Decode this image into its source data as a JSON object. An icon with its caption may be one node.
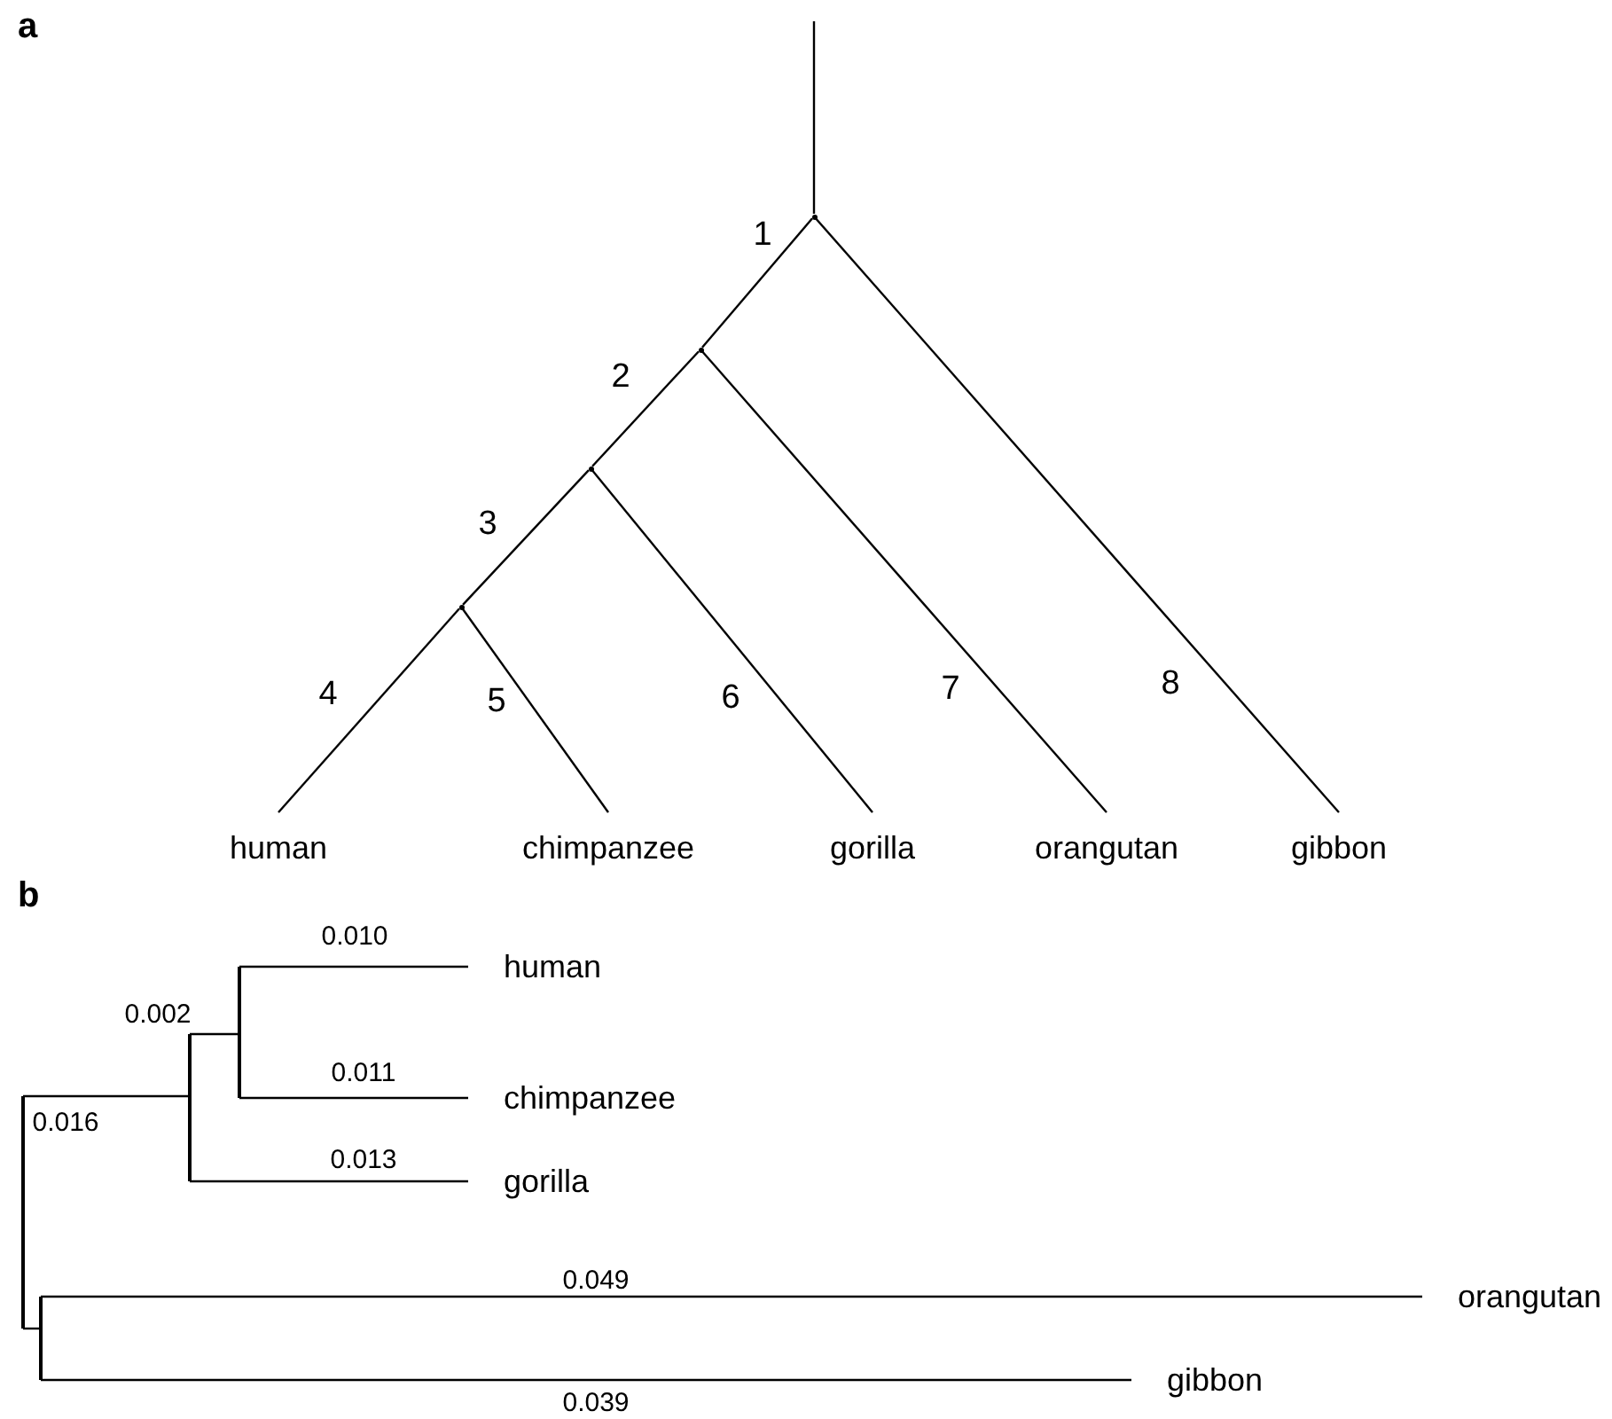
{
  "diagram": {
    "nodes": [
      {
        "text": [],
        "shape": "point"
      },
      {
        "text": [],
        "shape": "point"
      },
      {
        "text": [],
        "shape": "point"
      },
      {
        "text": [],
        "shape": "point"
      },
      {
        "text": [
          "human"
        ]
      },
      {
        "text": [
          "chimpanzee"
        ]
      },
      {
        "text": [
          "gorilla"
        ]
      },
      {
        "text": [
          "orangutan"
        ]
      },
      {
        "text": [
          "gibbon"
        ]
      },
      {
        "text": [],
        "shape": "bar"
      },
      {
        "text": [],
        "shape": "bar"
      },
      {
        "text": [],
        "shape": "bar"
      },
      {
        "text": [
          "human"
        ]
      },
      {
        "text": [
          "chimpanzee"
        ]
      },
      {
        "text": [
          "gorilla"
        ]
      },
      {
        "text": [],
        "shape": "bar"
      },
      {
        "text": [
          "orangutan"
        ]
      },
      {
        "text": [
          "gibbon"
        ]
      }
    ],
    "edges": [
      {
        "from": null,
        "to": 0,
        "arrow": "none"
      },
      {
        "from": 0,
        "to": 1,
        "arrow": "none",
        "label": "1"
      },
      {
        "from": 1,
        "to": 2,
        "arrow": "none",
        "label": "2"
      },
      {
        "from": 2,
        "to": 3,
        "arrow": "none",
        "label": "3"
      },
      {
        "from": 3,
        "to": 4,
        "arrow": "none",
        "label": "4"
      },
      {
        "from": 3,
        "to": 5,
        "arrow": "none",
        "label": "5"
      },
      {
        "from": 2,
        "to": 6,
        "arrow": "none",
        "label": "6"
      },
      {
        "from": 1,
        "to": 7,
        "arrow": "none",
        "label": "7"
      },
      {
        "from": 0,
        "to": 8,
        "arrow": "none",
        "label": "8"
      },
      {
        "from": 9,
        "to": 10,
        "arrow": "none",
        "label": "0.016"
      },
      {
        "from": 10,
        "to": 11,
        "arrow": "none",
        "label": "0.002"
      },
      {
        "from": 11,
        "to": 12,
        "arrow": "none",
        "label": "0.010"
      },
      {
        "from": 11,
        "to": 13,
        "arrow": "none",
        "label": "0.011"
      },
      {
        "from": 10,
        "to": 14,
        "arrow": "none",
        "label": "0.013"
      },
      {
        "from": 9,
        "to": 15,
        "arrow": "none"
      },
      {
        "from": 15,
        "to": 16,
        "arrow": "none",
        "label": "0.049"
      },
      {
        "from": 15,
        "to": 17,
        "arrow": "none",
        "label": "0.039"
      }
    ],
    "labels": [
      "a",
      "b"
    ]
  }
}
